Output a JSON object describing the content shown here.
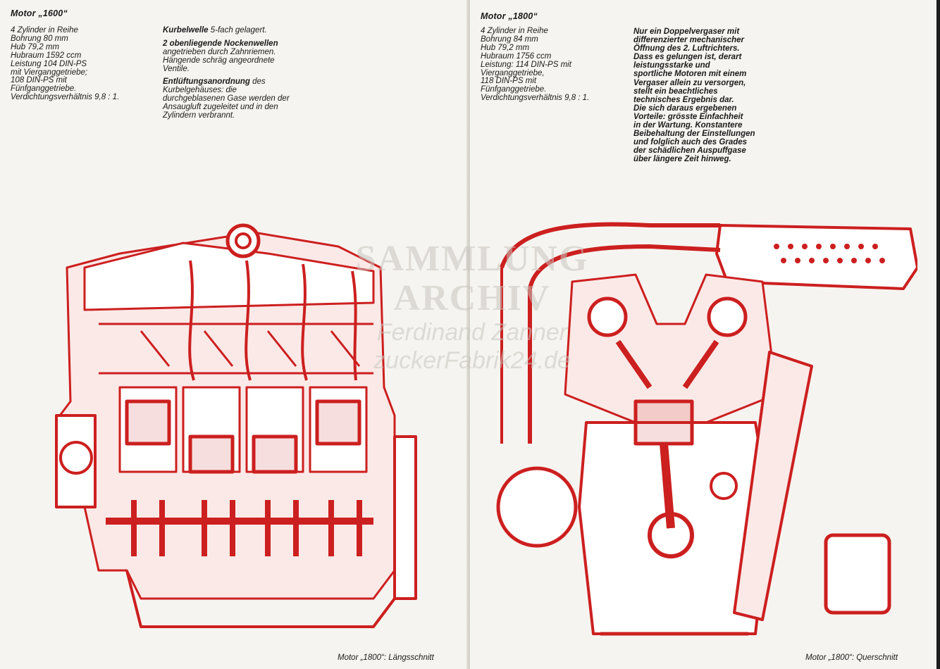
{
  "left": {
    "heading": "Motor „1600“",
    "specs": [
      "4 Zylinder in Reihe",
      "Bohrung 80 mm",
      "Hub 79,2 mm",
      "Hubraum 1592 ccm",
      "Leistung 104 DIN-PS",
      "mit Vierganggetriebe;",
      "108 DIN-PS mit",
      "Fünfganggetriebe.",
      "Verdichtungsverhältnis 9,8 : 1."
    ],
    "kurbelwelle_title": "Kurbelwelle",
    "kurbelwelle_text": " 5-fach gelagert.",
    "nocken_title": "2 obenliegende Nockenwellen",
    "nocken_lines": [
      "angetrieben durch Zahnriemen.",
      "Hängende schräg angeordnete",
      "Ventile."
    ],
    "entl_title": "Entlüftungsanordnung",
    "entl_first": " des",
    "entl_lines": [
      "Kurbelgehäuses: die",
      "durchgeblasenen Gase werden der",
      "Ansaugluft zugeleitet und in den",
      "Zylindern verbrannt."
    ],
    "caption": "Motor „1800“: Längsschnitt"
  },
  "right": {
    "heading": "Motor „1800“",
    "specs": [
      "4 Zylinder in Reihe",
      "Bohrung 84 mm",
      "Hub 79,2 mm",
      "Hubraum 1756 ccm",
      "Leistung: 114 DIN-PS mit",
      "Vierganggetriebe,",
      "118 DIN-PS mit",
      "Fünfganggetriebe.",
      "Verdichtungsverhältnis 9,8 : 1."
    ],
    "feature_lines": [
      "Nur ein Doppelvergaser mit",
      "differenzierter mechanischer",
      "Öffnung des 2. Luftrichters.",
      "Dass es gelungen ist, derart",
      "leistungsstarke und",
      "sportliche Motoren mit einem",
      "Vergaser allein zu versorgen,",
      "stellt ein beachtliches",
      "technisches Ergebnis dar.",
      "Die sich daraus ergebenen",
      "Vorteile: grösste Einfachheit",
      "in der Wartung. Konstantere",
      "Beibehaltung der Einstellungen",
      "und folglich auch des Grades",
      "der schädlichen Auspuffgase",
      "über längere Zeit hinweg."
    ],
    "caption": "Motor „1800“: Querschnitt"
  },
  "watermark": {
    "line1": "SAMMLUNG",
    "line2": "ARCHIV",
    "line3": "Ferdinand Zanner",
    "line4": "zuckerFabrik24.de"
  },
  "colors": {
    "ink": "#1a1a1a",
    "drawing_red": "#cc1f1f",
    "paper": "#f6f4f0"
  }
}
